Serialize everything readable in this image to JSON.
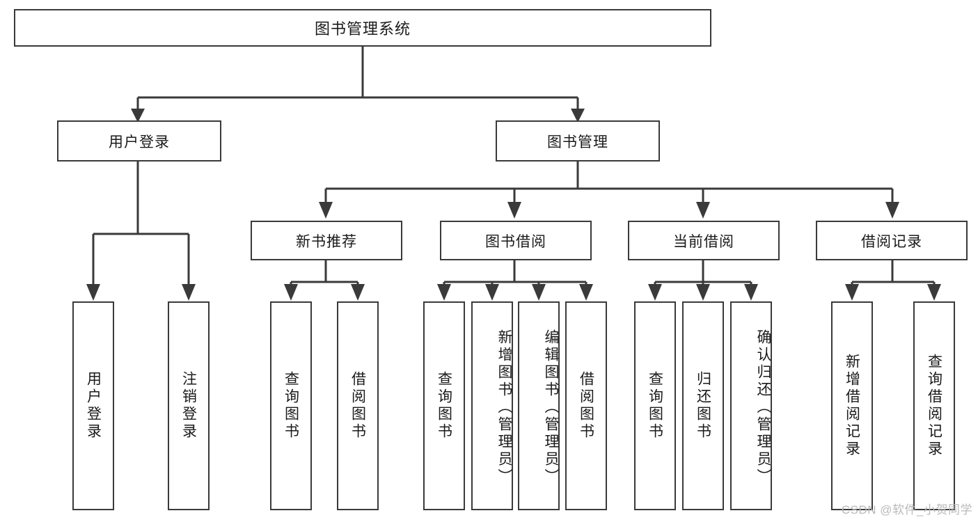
{
  "diagram": {
    "type": "tree-hierarchy",
    "title": "图书管理系统",
    "root": {
      "label": "图书管理系统"
    },
    "level1": [
      {
        "id": "user-login",
        "label": "用户登录"
      },
      {
        "id": "book-manage",
        "label": "图书管理"
      }
    ],
    "level2": [
      {
        "id": "new-book-recommend",
        "label": "新书推荐",
        "parent": "book-manage"
      },
      {
        "id": "book-borrow",
        "label": "图书借阅",
        "parent": "book-manage"
      },
      {
        "id": "current-borrow",
        "label": "当前借阅",
        "parent": "book-manage"
      },
      {
        "id": "borrow-record",
        "label": "借阅记录",
        "parent": "book-manage"
      }
    ],
    "leaves": {
      "user-login": [
        {
          "id": "leaf-user-login",
          "label": "用户登录"
        },
        {
          "id": "leaf-user-logout",
          "label": "注销登录"
        }
      ],
      "new-book-recommend": [
        {
          "id": "leaf-query-book-1",
          "label": "查询图书"
        },
        {
          "id": "leaf-borrow-book-1",
          "label": "借阅图书"
        }
      ],
      "book-borrow": [
        {
          "id": "leaf-query-book-2",
          "label": "查询图书"
        },
        {
          "id": "leaf-add-book",
          "label": "新增图书（管理员）"
        },
        {
          "id": "leaf-edit-book",
          "label": "编辑图书（管理员）"
        },
        {
          "id": "leaf-borrow-book-2",
          "label": "借阅图书"
        }
      ],
      "current-borrow": [
        {
          "id": "leaf-query-book-3",
          "label": "查询图书"
        },
        {
          "id": "leaf-return-book",
          "label": "归还图书"
        },
        {
          "id": "leaf-confirm-return",
          "label": "确认归还（管理员）"
        }
      ],
      "borrow-record": [
        {
          "id": "leaf-add-record",
          "label": "新增借阅记录"
        },
        {
          "id": "leaf-query-record",
          "label": "查询借阅记录"
        }
      ]
    },
    "colors": {
      "stroke": "#3a3a3a",
      "background": "#ffffff",
      "text": "#1a1a1a",
      "watermark": "#b9b9b9"
    }
  },
  "watermark": {
    "text": "CSDN @软件_小贺同学"
  }
}
